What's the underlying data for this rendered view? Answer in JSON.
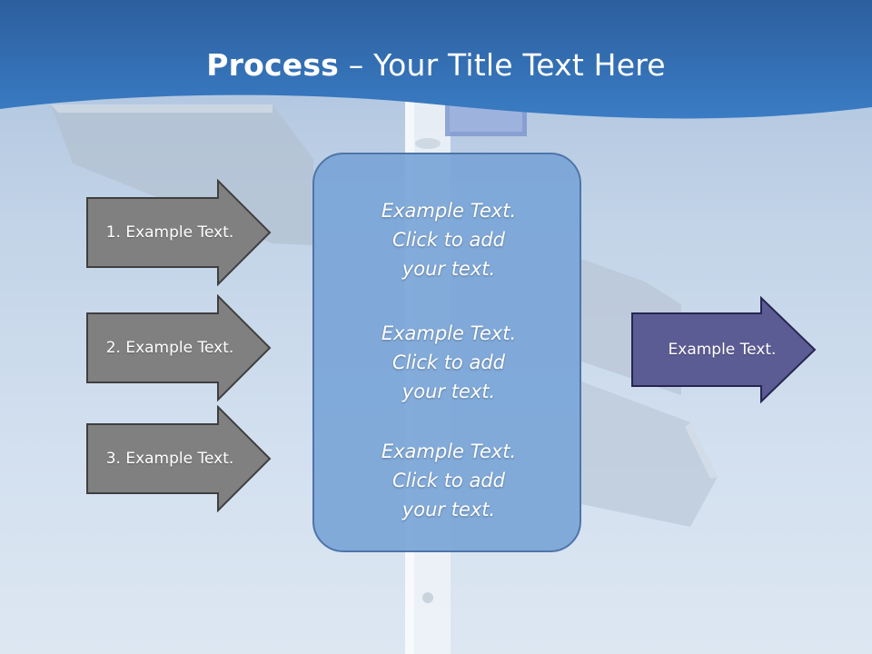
{
  "slide": {
    "title_bold": "Process",
    "title_rest": " – Your Title Text Here"
  },
  "steps": [
    {
      "label": "1. Example Text."
    },
    {
      "label": "2. Example Text."
    },
    {
      "label": "3. Example Text."
    }
  ],
  "center": {
    "blocks": [
      {
        "lines": [
          "Example Text.",
          "Click  to add",
          "your text."
        ]
      },
      {
        "lines": [
          "Example Text.",
          "Click  to add",
          "your text."
        ]
      },
      {
        "lines": [
          "Example Text.",
          "Click  to add",
          "your text."
        ]
      }
    ]
  },
  "output": {
    "label": "Example Text."
  },
  "colors": {
    "header_blue": "#2f68ab",
    "step_arrow": "#808080",
    "output_arrow": "#5c5c94",
    "center_fill": "#7aa5d7"
  }
}
